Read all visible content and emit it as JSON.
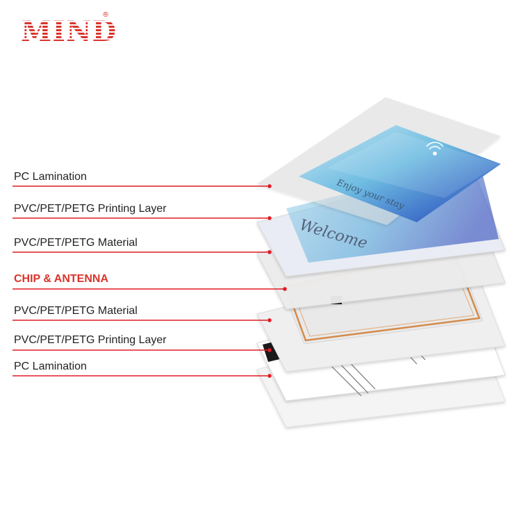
{
  "brand": {
    "logo": "MIND",
    "reg_mark": "®",
    "accent": "#d9342b"
  },
  "card": {
    "tagline": "Enjoy your stay",
    "greeting": "Welcome",
    "icon": "nfc-icon",
    "gradient": [
      "#bfe3f0",
      "#5fb0dd",
      "#1f4bc4"
    ]
  },
  "layers": [
    {
      "label": "PC Lamination",
      "highlight": false
    },
    {
      "label": "PVC/PET/PETG Printing Layer",
      "highlight": false
    },
    {
      "label": "PVC/PET/PETG Material",
      "highlight": false
    },
    {
      "label": "CHIP & ANTENNA",
      "highlight": true
    },
    {
      "label": "PVC/PET/PETG Material",
      "highlight": false
    },
    {
      "label": "PVC/PET/PETG Printing Layer",
      "highlight": false
    },
    {
      "label": "PC Lamination",
      "highlight": false
    }
  ]
}
